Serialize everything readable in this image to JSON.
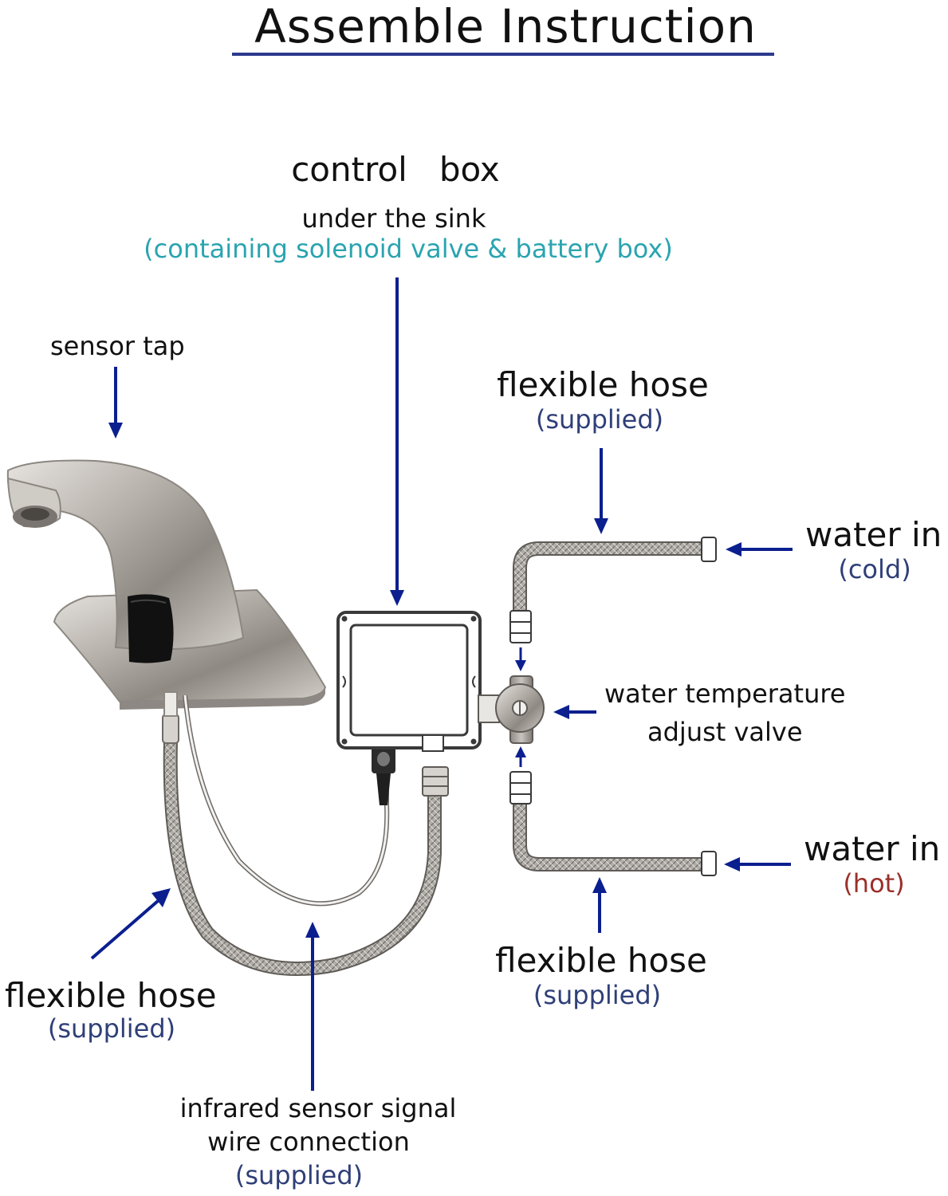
{
  "title": "Assemble  Instruction",
  "colors": {
    "arrow": "#0b1f8f",
    "title_underline": "#2b3a8c",
    "note_navy": "#2f3f78",
    "note_teal": "#2aa4b0",
    "note_red": "#9b2f2a"
  },
  "labels": {
    "control_box": {
      "title": "control   box",
      "line1": "under the sink",
      "line2": "(containing solenoid valve & battery box)"
    },
    "sensor_tap": "sensor tap",
    "hose_top_right": {
      "title": "flexible hose",
      "note": "(supplied)"
    },
    "water_cold": {
      "title": "water in",
      "note": "(cold)"
    },
    "temp_valve": {
      "line1": "water temperature",
      "line2": "adjust valve"
    },
    "water_hot": {
      "title": "water in",
      "note": "(hot)"
    },
    "hose_bottom_right": {
      "title": "flexible hose",
      "note": "(supplied)"
    },
    "hose_left": {
      "title": "flexible hose",
      "note": "(supplied)"
    },
    "sensor_wire": {
      "line1": "infrared sensor signal",
      "line2": "wire connection",
      "line3": "(supplied)"
    }
  }
}
